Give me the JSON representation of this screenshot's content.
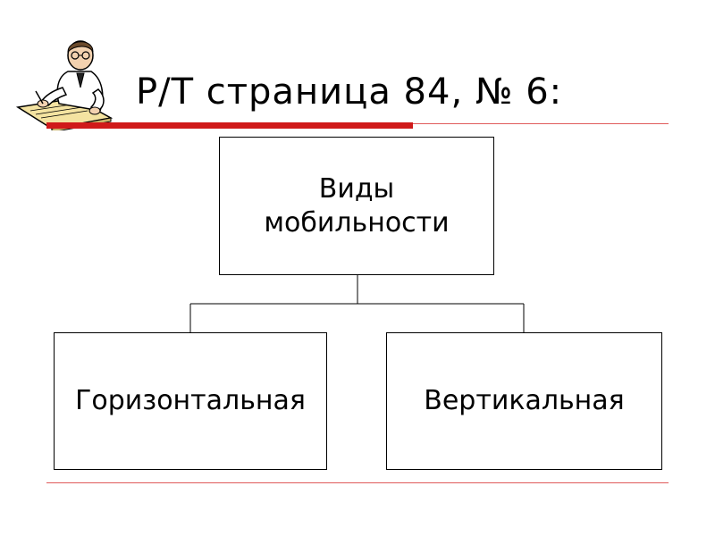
{
  "title": "Р/Т страница 84, № 6:",
  "accent_color": "#d01a1a",
  "illustration_icon": "writing-scholar-icon",
  "diagram": {
    "root": {
      "line1": "Виды",
      "line2": "мобильности"
    },
    "children": [
      "Горизонтальная",
      "Вертикальная"
    ]
  }
}
